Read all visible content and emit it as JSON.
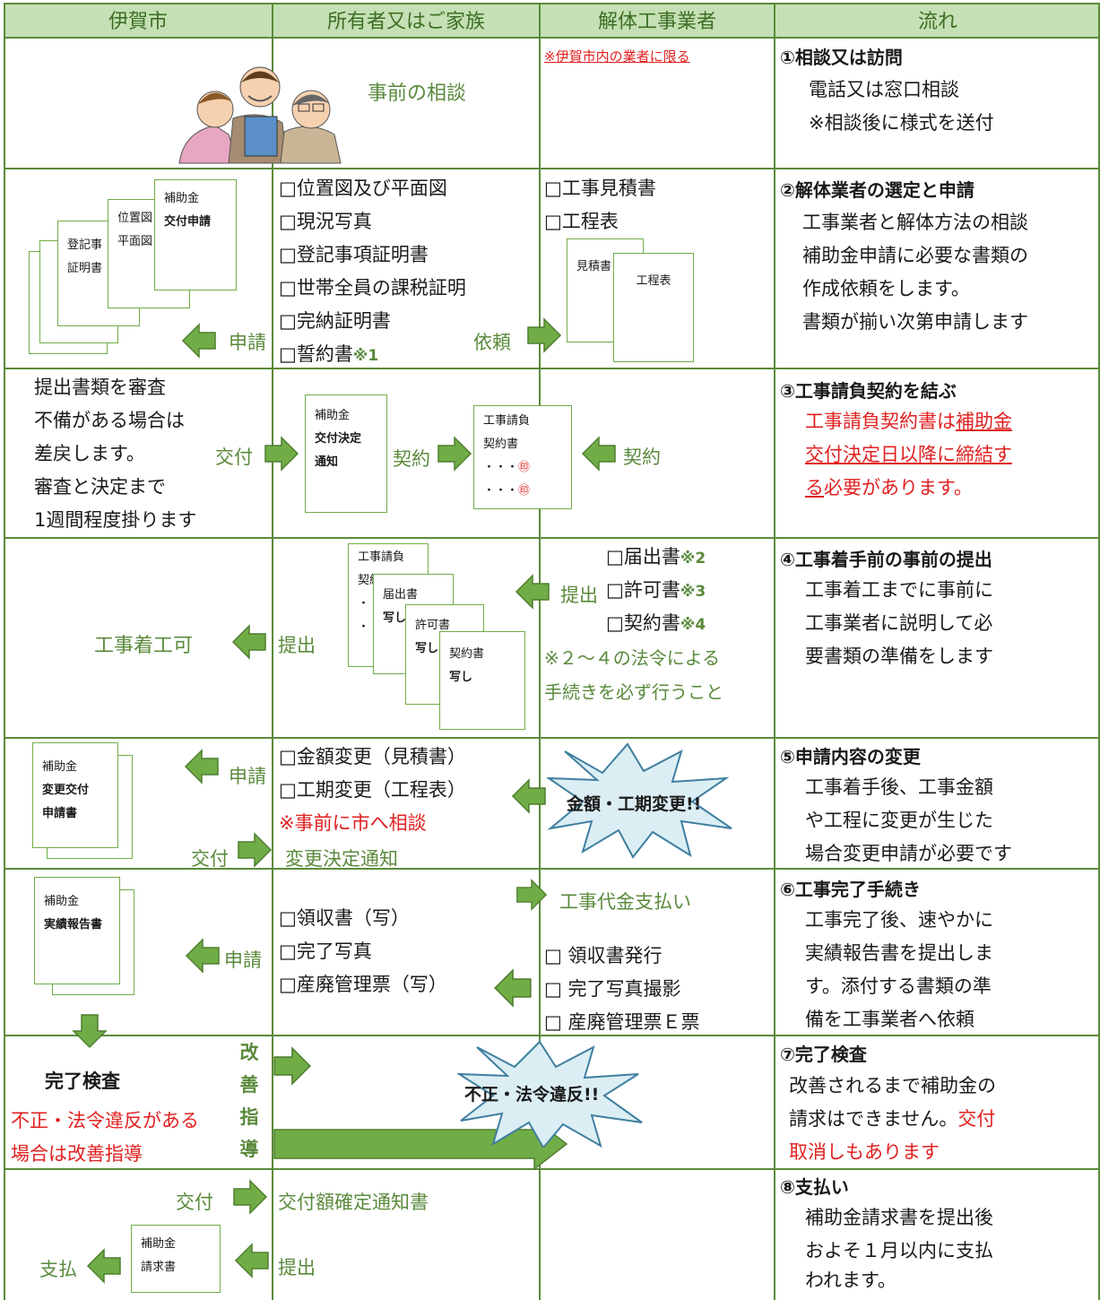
{
  "header": {
    "col1": "伊賀市",
    "col2": "所有者又はご家族",
    "col3": "解体工事業者",
    "col4": "流れ"
  },
  "row1": {
    "consult": "事前の相談",
    "note": "※伊賀市内の業者に限る",
    "flow_title": "①相談又は訪問",
    "flow_lines": [
      "電話又は窓口相談",
      "※相談後に様式を送付"
    ]
  },
  "row2": {
    "docs_city": {
      "d1": "登記事",
      "d1b": "証明書",
      "d2": "位置図",
      "d2b": "平面図",
      "d3": "補助金",
      "d3b": "交付申請"
    },
    "apply": "申請",
    "owner_items": [
      "□位置図及び平面図",
      "□現況写真",
      "□登記事項証明書",
      "□世帯全員の課税証明",
      "□完納証明書",
      "□誓約書"
    ],
    "owner_mark": "※1",
    "request": "依頼",
    "contractor_items": [
      "□工事見積書",
      "□工程表"
    ],
    "docs_contractor": {
      "d1": "見積書",
      "d2": "工程表"
    },
    "flow_title": "②解体業者の選定と申請",
    "flow_lines": [
      "工事業者と解体方法の相談",
      "補助金申請に必要な書類の",
      "作成依頼をします。",
      "書類が揃い次第申請します"
    ]
  },
  "row3": {
    "city_lines": [
      "提出書類を審査",
      "不備がある場合は",
      "差戻します。",
      "審査と決定まで",
      "1週間程度掛ります"
    ],
    "grant": "交付",
    "doc_decision": {
      "l1": "補助金",
      "l2": "交付決定",
      "l3": "通知"
    },
    "contract": "契約",
    "doc_contract": {
      "l1": "工事請負",
      "l2": "契約書",
      "l3": "・・・",
      "l4": "・・・",
      "seal": "㊞"
    },
    "contract2": "契約",
    "flow_title": "③工事請負契約を結ぶ",
    "flow_red1": "工事請負契約書は",
    "flow_red1u": "補助金",
    "flow_red2u": "交付決定日以降に締結す",
    "flow_red3u": "る",
    "flow_red3": "必要があります。"
  },
  "row4": {
    "start_ok": "工事着工可",
    "submit": "提出",
    "docs": {
      "a1": "工事請負",
      "a2": "契約",
      "b1": "届出書",
      "b2": "写し",
      "c1": "許可書",
      "c2": "写し",
      "d1": "契約書",
      "d2": "写し",
      "dot": "・"
    },
    "submit2": "提出",
    "contractor_items": [
      "□届出書",
      "□許可書",
      "□契約書"
    ],
    "marks": [
      "※2",
      "※3",
      "※4"
    ],
    "note_lines": [
      "※２～４の法令による",
      "手続きを必ず行うこと"
    ],
    "flow_title": "④工事着手前の事前の提出",
    "flow_lines": [
      "工事着工までに事前に",
      "工事業者に説明して必",
      "要書類の準備をします"
    ]
  },
  "row5": {
    "doc": {
      "l1": "補助金",
      "l2": "変更交付",
      "l3": "申請書"
    },
    "apply": "申請",
    "grant": "交付",
    "owner_items": [
      "□金額変更（見積書）",
      "□工期変更（工程表）"
    ],
    "owner_red": "※事前に市へ相談",
    "decision": "変更決定通知",
    "burst": "金額・工期変更!!",
    "flow_title": "⑤申請内容の変更",
    "flow_lines": [
      "工事着手後、工事金額",
      "や工程に変更が生じた",
      "場合変更申請が必要です"
    ]
  },
  "row6": {
    "doc": {
      "l1": "補助金",
      "l2": "実績報告書"
    },
    "apply": "申請",
    "owner_items": [
      "□領収書（写）",
      "□完了写真",
      "□産廃管理票（写）"
    ],
    "payment": "工事代金支払い",
    "contractor_items": [
      "□ 領収書発行",
      "□ 完了写真撮影",
      "□ 産廃管理票Ｅ票"
    ],
    "flow_title": "⑥工事完了手続き",
    "flow_lines": [
      "工事完了後、速やかに",
      "実績報告書を提出しま",
      "す。添付する書類の準",
      "備を工事業者へ依頼"
    ]
  },
  "row7": {
    "inspect": "完了検査",
    "red_lines": [
      "不正・法令違反がある",
      "場合は改善指導"
    ],
    "improve": [
      "改",
      "善",
      "指",
      "導"
    ],
    "burst": "不正・法令違反!!",
    "flow_title": "⑦完了検査",
    "flow_lines": [
      "改善されるまで補助金の",
      "請求はできません。"
    ],
    "flow_red_a": "交付",
    "flow_red_b": "取消しもあります"
  },
  "row8": {
    "grant": "交付",
    "pay": "支払",
    "doc": {
      "l1": "補助金",
      "l2": "請求書"
    },
    "notice": "交付額確定通知書",
    "submit": "提出",
    "flow_title": "⑧支払い",
    "flow_lines": [
      "補助金請求書を提出後",
      "およそ１月以内に支払",
      "われます。"
    ]
  },
  "colors": {
    "header_bg": "#c5e0b4",
    "line": "#5b8a3a",
    "arrow": "#70ad47",
    "text_green": "#5a8a3c",
    "red": "#e02020"
  }
}
